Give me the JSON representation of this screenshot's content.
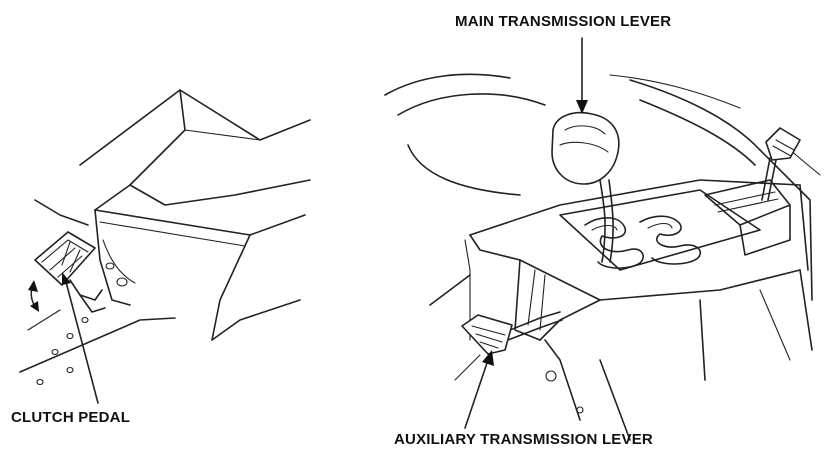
{
  "labels": {
    "main_transmission_lever": "MAIN TRANSMISSION LEVER",
    "clutch_pedal": "CLUTCH PEDAL",
    "auxiliary_transmission_lever": "AUXILIARY TRANSMISSION LEVER"
  },
  "colors": {
    "line": "#222222",
    "background": "#ffffff"
  }
}
